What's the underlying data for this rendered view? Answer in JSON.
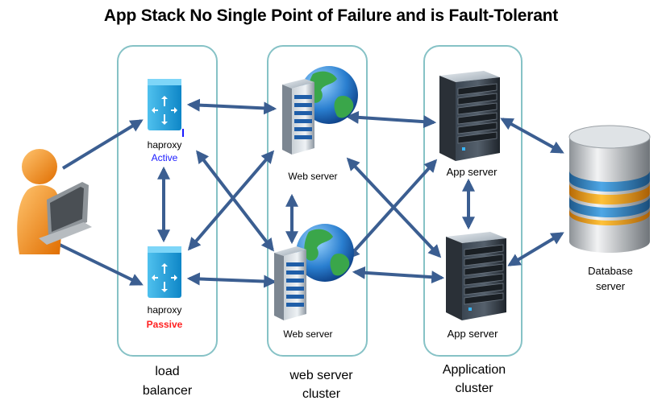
{
  "title": "App Stack No Single Point of Failure and is Fault-Tolerant",
  "load_balancer": {
    "active": {
      "name": "haproxy",
      "state": "Active",
      "state_color": "#1a1aff"
    },
    "passive": {
      "name": "haproxy",
      "state": "Passive",
      "state_color": "#ff2020"
    },
    "caption_line1": "load",
    "caption_line2": "balancer"
  },
  "web_cluster": {
    "server1": "Web server",
    "server2": "Web server",
    "caption_line1": "web server",
    "caption_line2": "cluster"
  },
  "app_cluster": {
    "server1": "App server",
    "server2": "App server",
    "caption_line1": "Application",
    "caption_line2": "cluster"
  },
  "database": {
    "line1": "Database",
    "line2": "server"
  },
  "colors": {
    "arrow": "#3b5e91",
    "cluster_border": "#86c2c6",
    "haproxy": "#1a9ad6",
    "user": "#f08a1c"
  },
  "icons": [
    "user-laptop-icon",
    "haproxy-router-icon",
    "web-server-globe-icon",
    "app-server-tower-icon",
    "database-cylinder-icon"
  ]
}
